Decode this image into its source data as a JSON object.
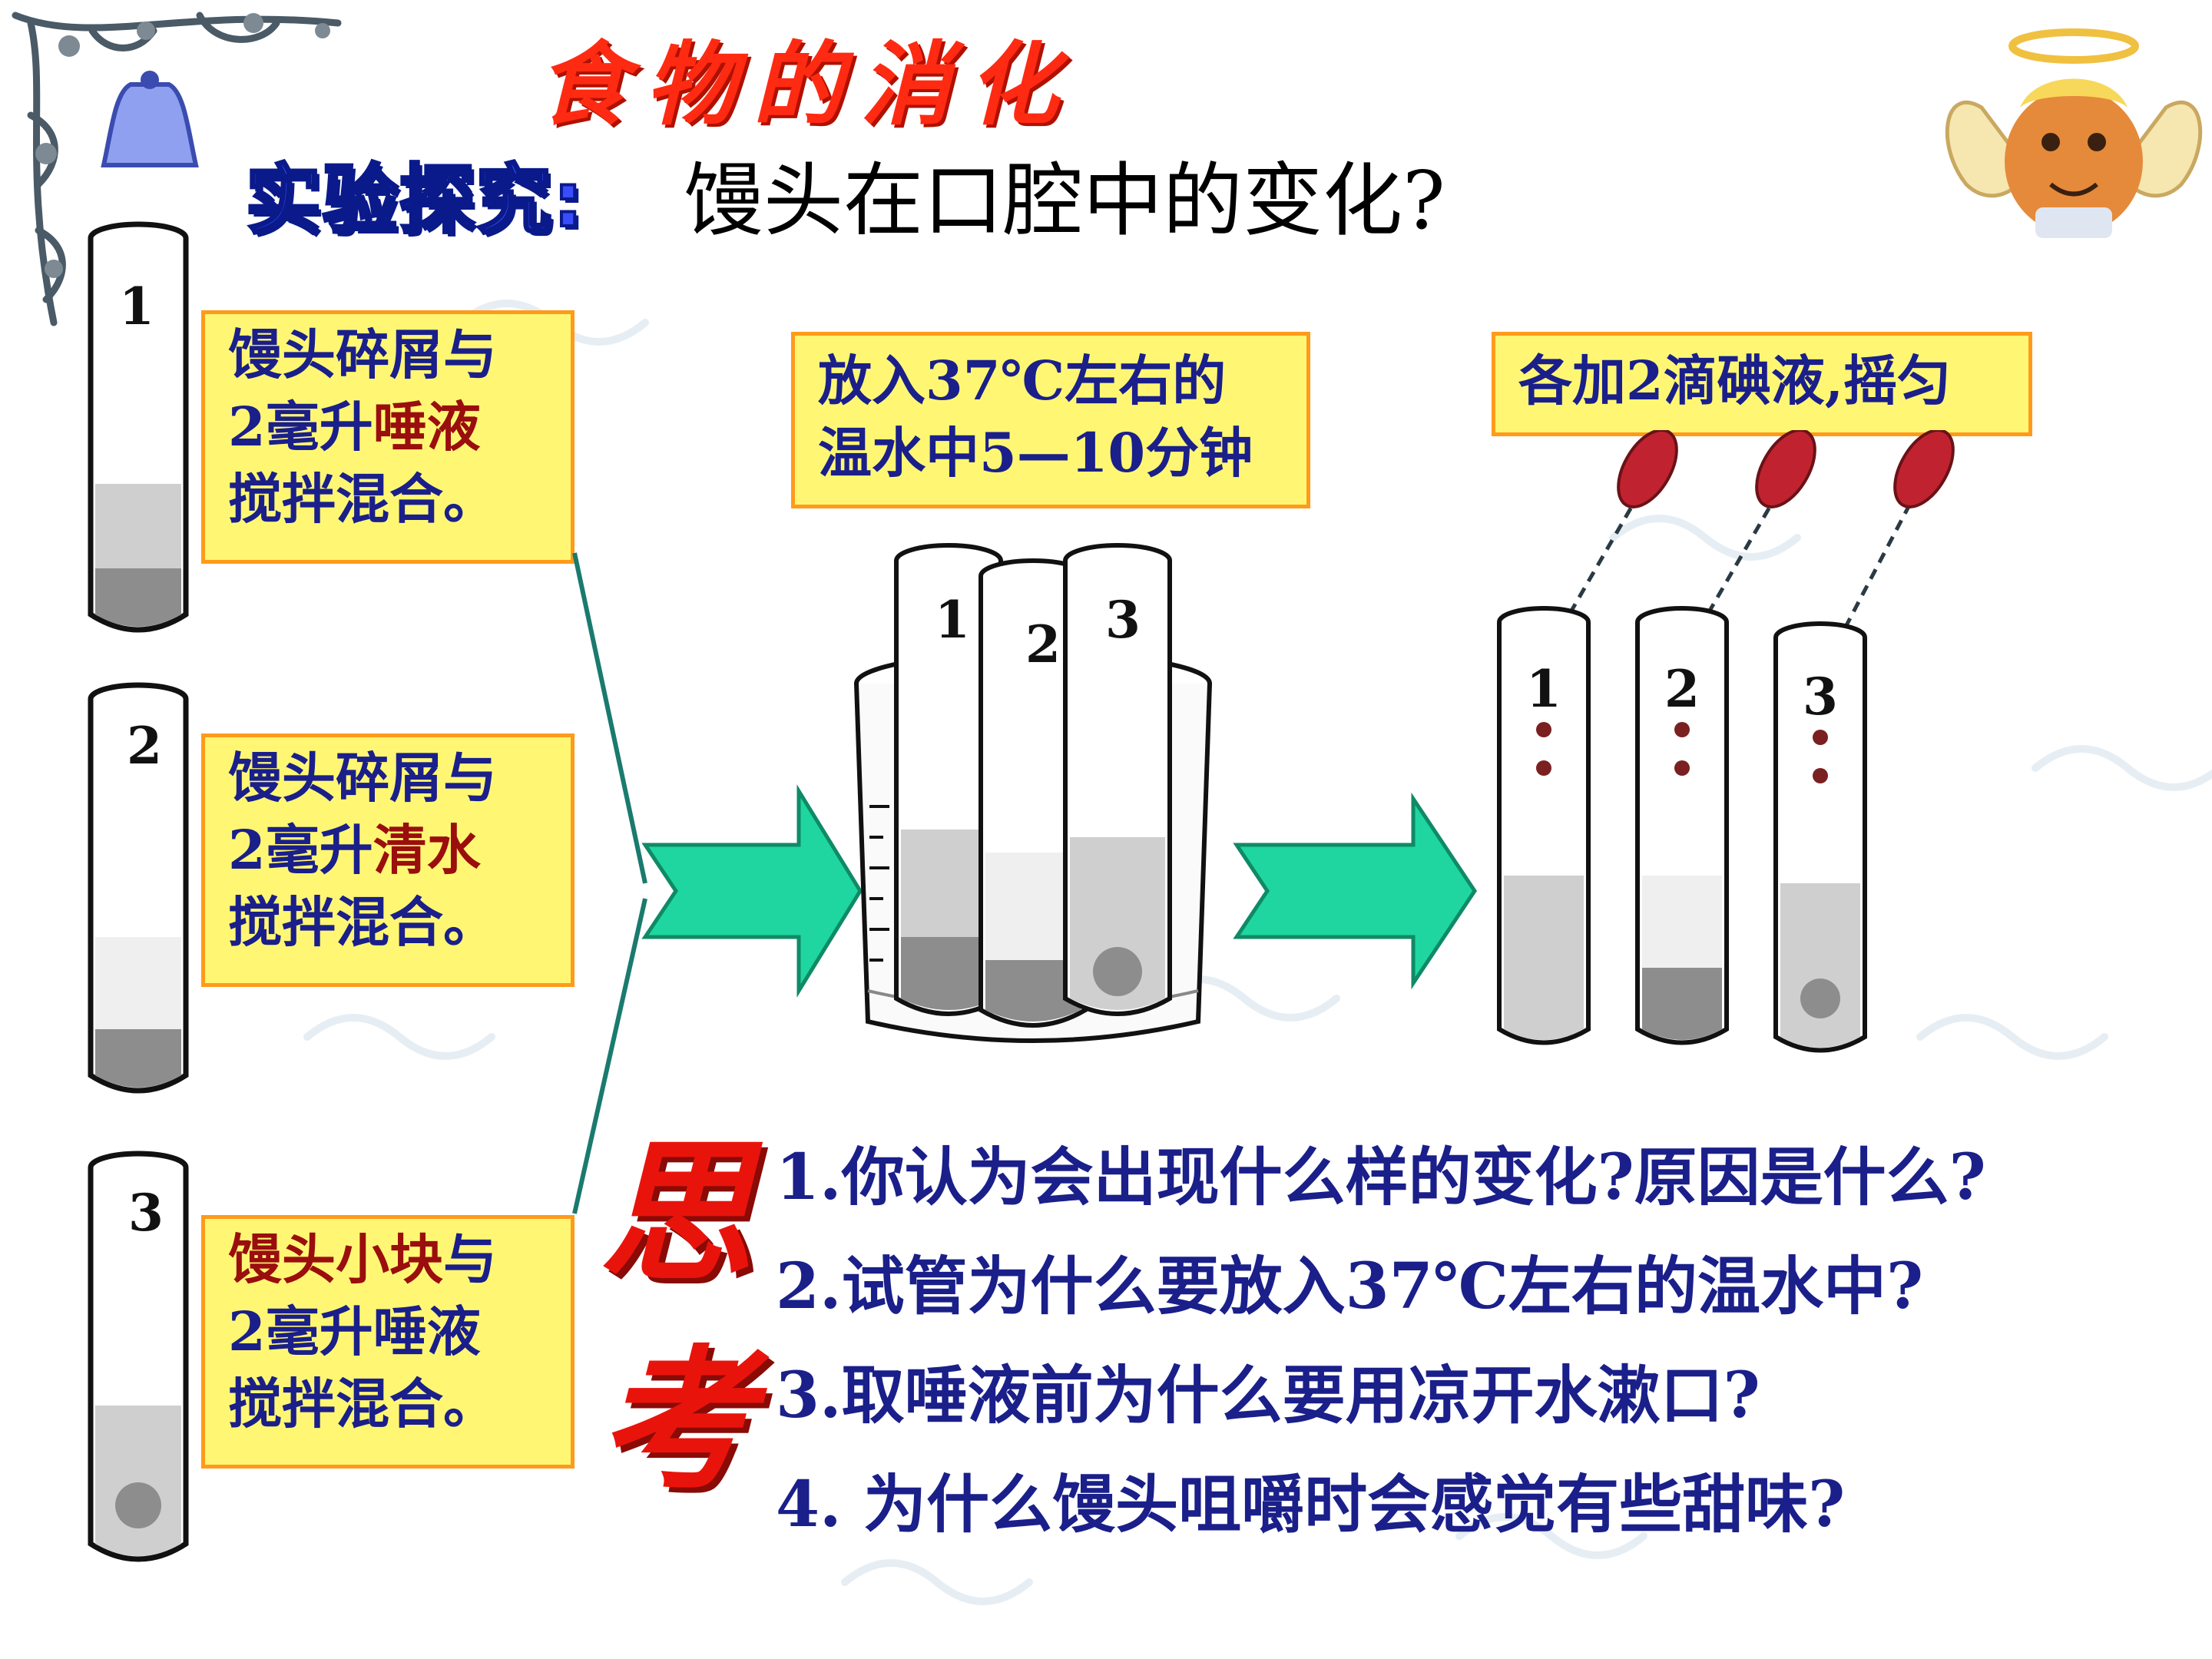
{
  "title": "食物的消化",
  "subtitle": {
    "tag": "实验探究:",
    "text": "馒头在口腔中的变化?"
  },
  "tube_labels": [
    "1",
    "2",
    "3"
  ],
  "setup_notes": [
    {
      "line1": "馒头碎屑与",
      "line2_prefix": "2毫升",
      "line2_highlight": "唾液",
      "line3": "搅拌混合。"
    },
    {
      "line1": "馒头碎屑与",
      "line2_prefix": "2毫升",
      "line2_highlight": "清水",
      "line3": "搅拌混合。"
    },
    {
      "line1_highlight": "馒头小块",
      "line1_suffix": "与",
      "line2": "2毫升唾液",
      "line3": "搅拌混合。"
    }
  ],
  "step_warm": {
    "line1": "放入37℃左右的",
    "line2": "温水中5—10分钟"
  },
  "step_iodine": {
    "text": "各加2滴碘液,摇匀"
  },
  "think": [
    "思",
    "考"
  ],
  "questions": [
    "1.你认为会出现什么样的变化?原因是什么?",
    "2.试管为什么要放入37℃左右的温水中?",
    "3.取唾液前为什么要用凉开水漱口?",
    "4. 为什么馒头咀嚼时会感觉有些甜味?"
  ],
  "colors": {
    "title": "#ff2a12",
    "note_bg": "#fff774",
    "note_border": "#ff9a1a",
    "note_text": "#1a1f8a",
    "highlight": "#9a0e0e",
    "arrow": "#1fd6a0",
    "think": "#e8140c"
  }
}
